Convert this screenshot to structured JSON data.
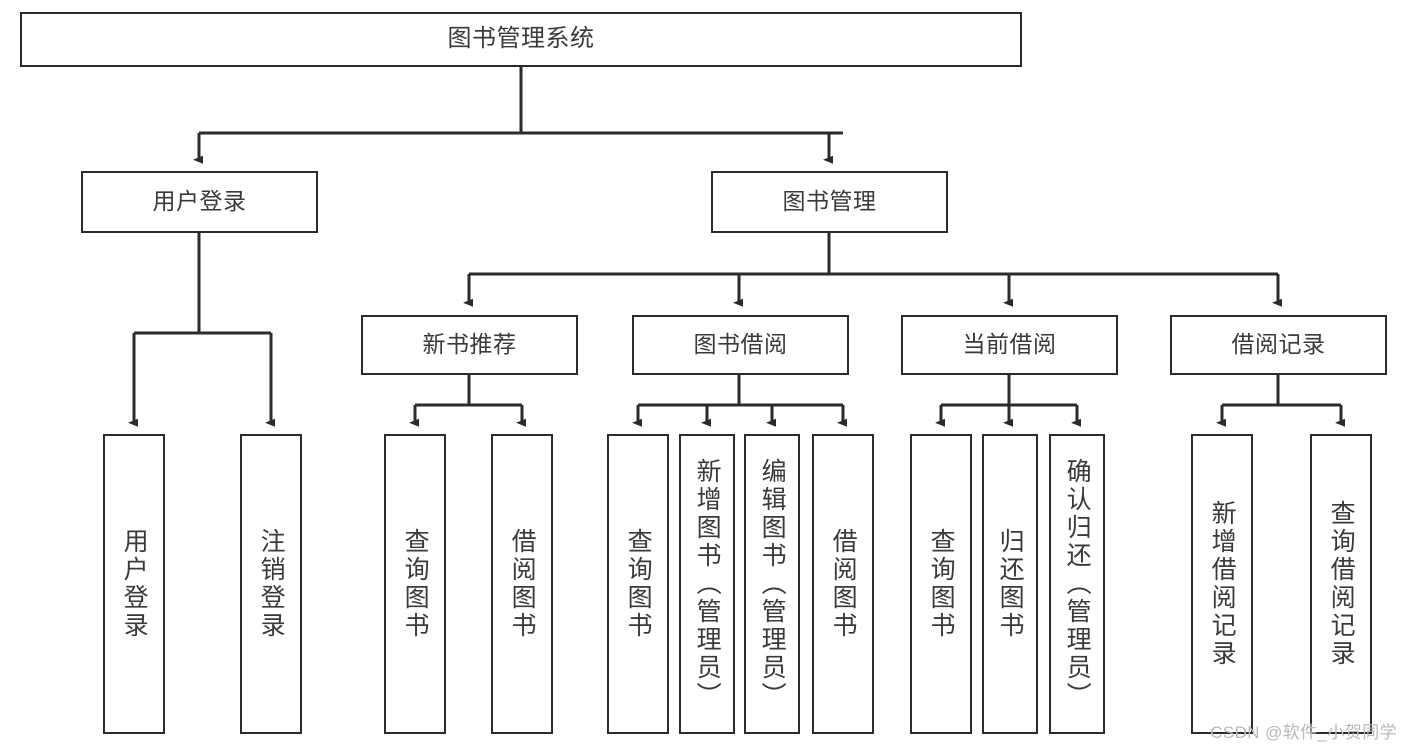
{
  "diagram": {
    "title": "图书管理系统",
    "type": "tree-hierarchy",
    "watermark": "CSDN @软件_小贺同学",
    "colors": {
      "background": "#ffffff",
      "box_border": "#2b2b2b",
      "box_fill": "#ffffff",
      "text": "#3a3a3a",
      "edge": "#2b2b2b",
      "watermark": "#b9b9b9"
    },
    "root": {
      "label": "图书管理系统"
    },
    "level2": [
      {
        "label": "用户登录"
      },
      {
        "label": "图书管理"
      }
    ],
    "level3": [
      {
        "label": "新书推荐"
      },
      {
        "label": "图书借阅"
      },
      {
        "label": "当前借阅"
      },
      {
        "label": "借阅记录"
      }
    ],
    "leaves": {
      "user_login": [
        {
          "label": "用户登录"
        },
        {
          "label": "注销登录"
        }
      ],
      "new_book_recommend": [
        {
          "label": "查询图书"
        },
        {
          "label": "借阅图书"
        }
      ],
      "book_borrow": [
        {
          "label": "查询图书"
        },
        {
          "label": "新增图书（管理员）"
        },
        {
          "label": "编辑图书（管理员）"
        },
        {
          "label": "借阅图书"
        }
      ],
      "current_borrow": [
        {
          "label": "查询图书"
        },
        {
          "label": "归还图书"
        },
        {
          "label": "确认归还（管理员）"
        }
      ],
      "borrow_record": [
        {
          "label": "新增借阅记录"
        },
        {
          "label": "查询借阅记录"
        }
      ]
    }
  }
}
